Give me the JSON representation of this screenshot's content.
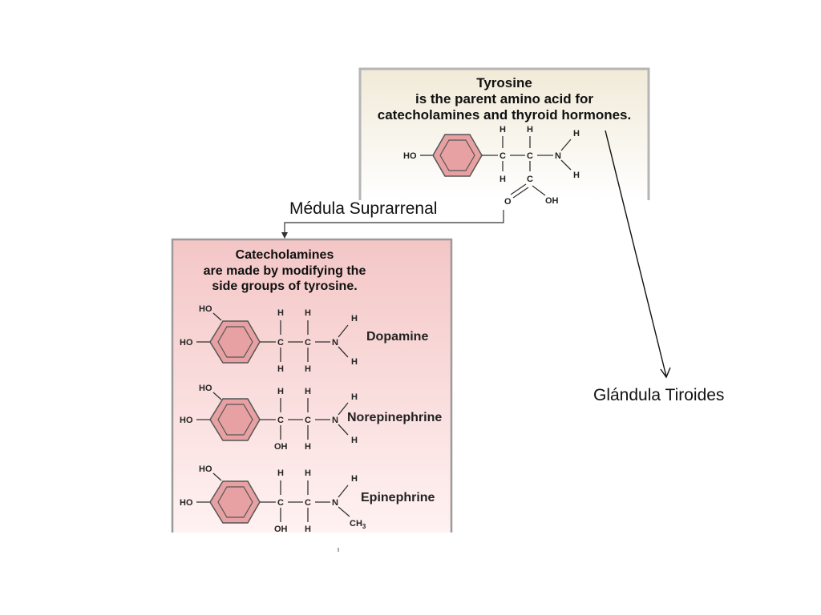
{
  "tyrosine_panel": {
    "title": "Tyrosine",
    "line1": "is the parent amino acid for",
    "line2": "catecholamines and thyroid hormones.",
    "bg_top": "#f1ead8",
    "bg_bottom": "#ffffff"
  },
  "catecholamines_panel": {
    "title": "Catecholamines",
    "line1": "are made by modifying the",
    "line2": "side groups of tyrosine.",
    "bg_top": "#f4c6c6",
    "bg_bottom": "#fff2f2"
  },
  "molecules": {
    "dopamine": "Dopamine",
    "norepinephrine": "Norepinephrine",
    "epinephrine": "Epinephrine"
  },
  "labels": {
    "adrenal": "Médula Suprarrenal",
    "thyroid": "Glándula Tiroides"
  },
  "atoms": {
    "ho": "HO",
    "h": "H",
    "c": "C",
    "n": "N",
    "o": "O",
    "oh": "OH",
    "ch": "CH",
    "sub3": "3"
  },
  "colors": {
    "ring_fill": "#e8a1a3",
    "ring_stroke": "#555555",
    "panel_border": "#9a9a9a"
  }
}
